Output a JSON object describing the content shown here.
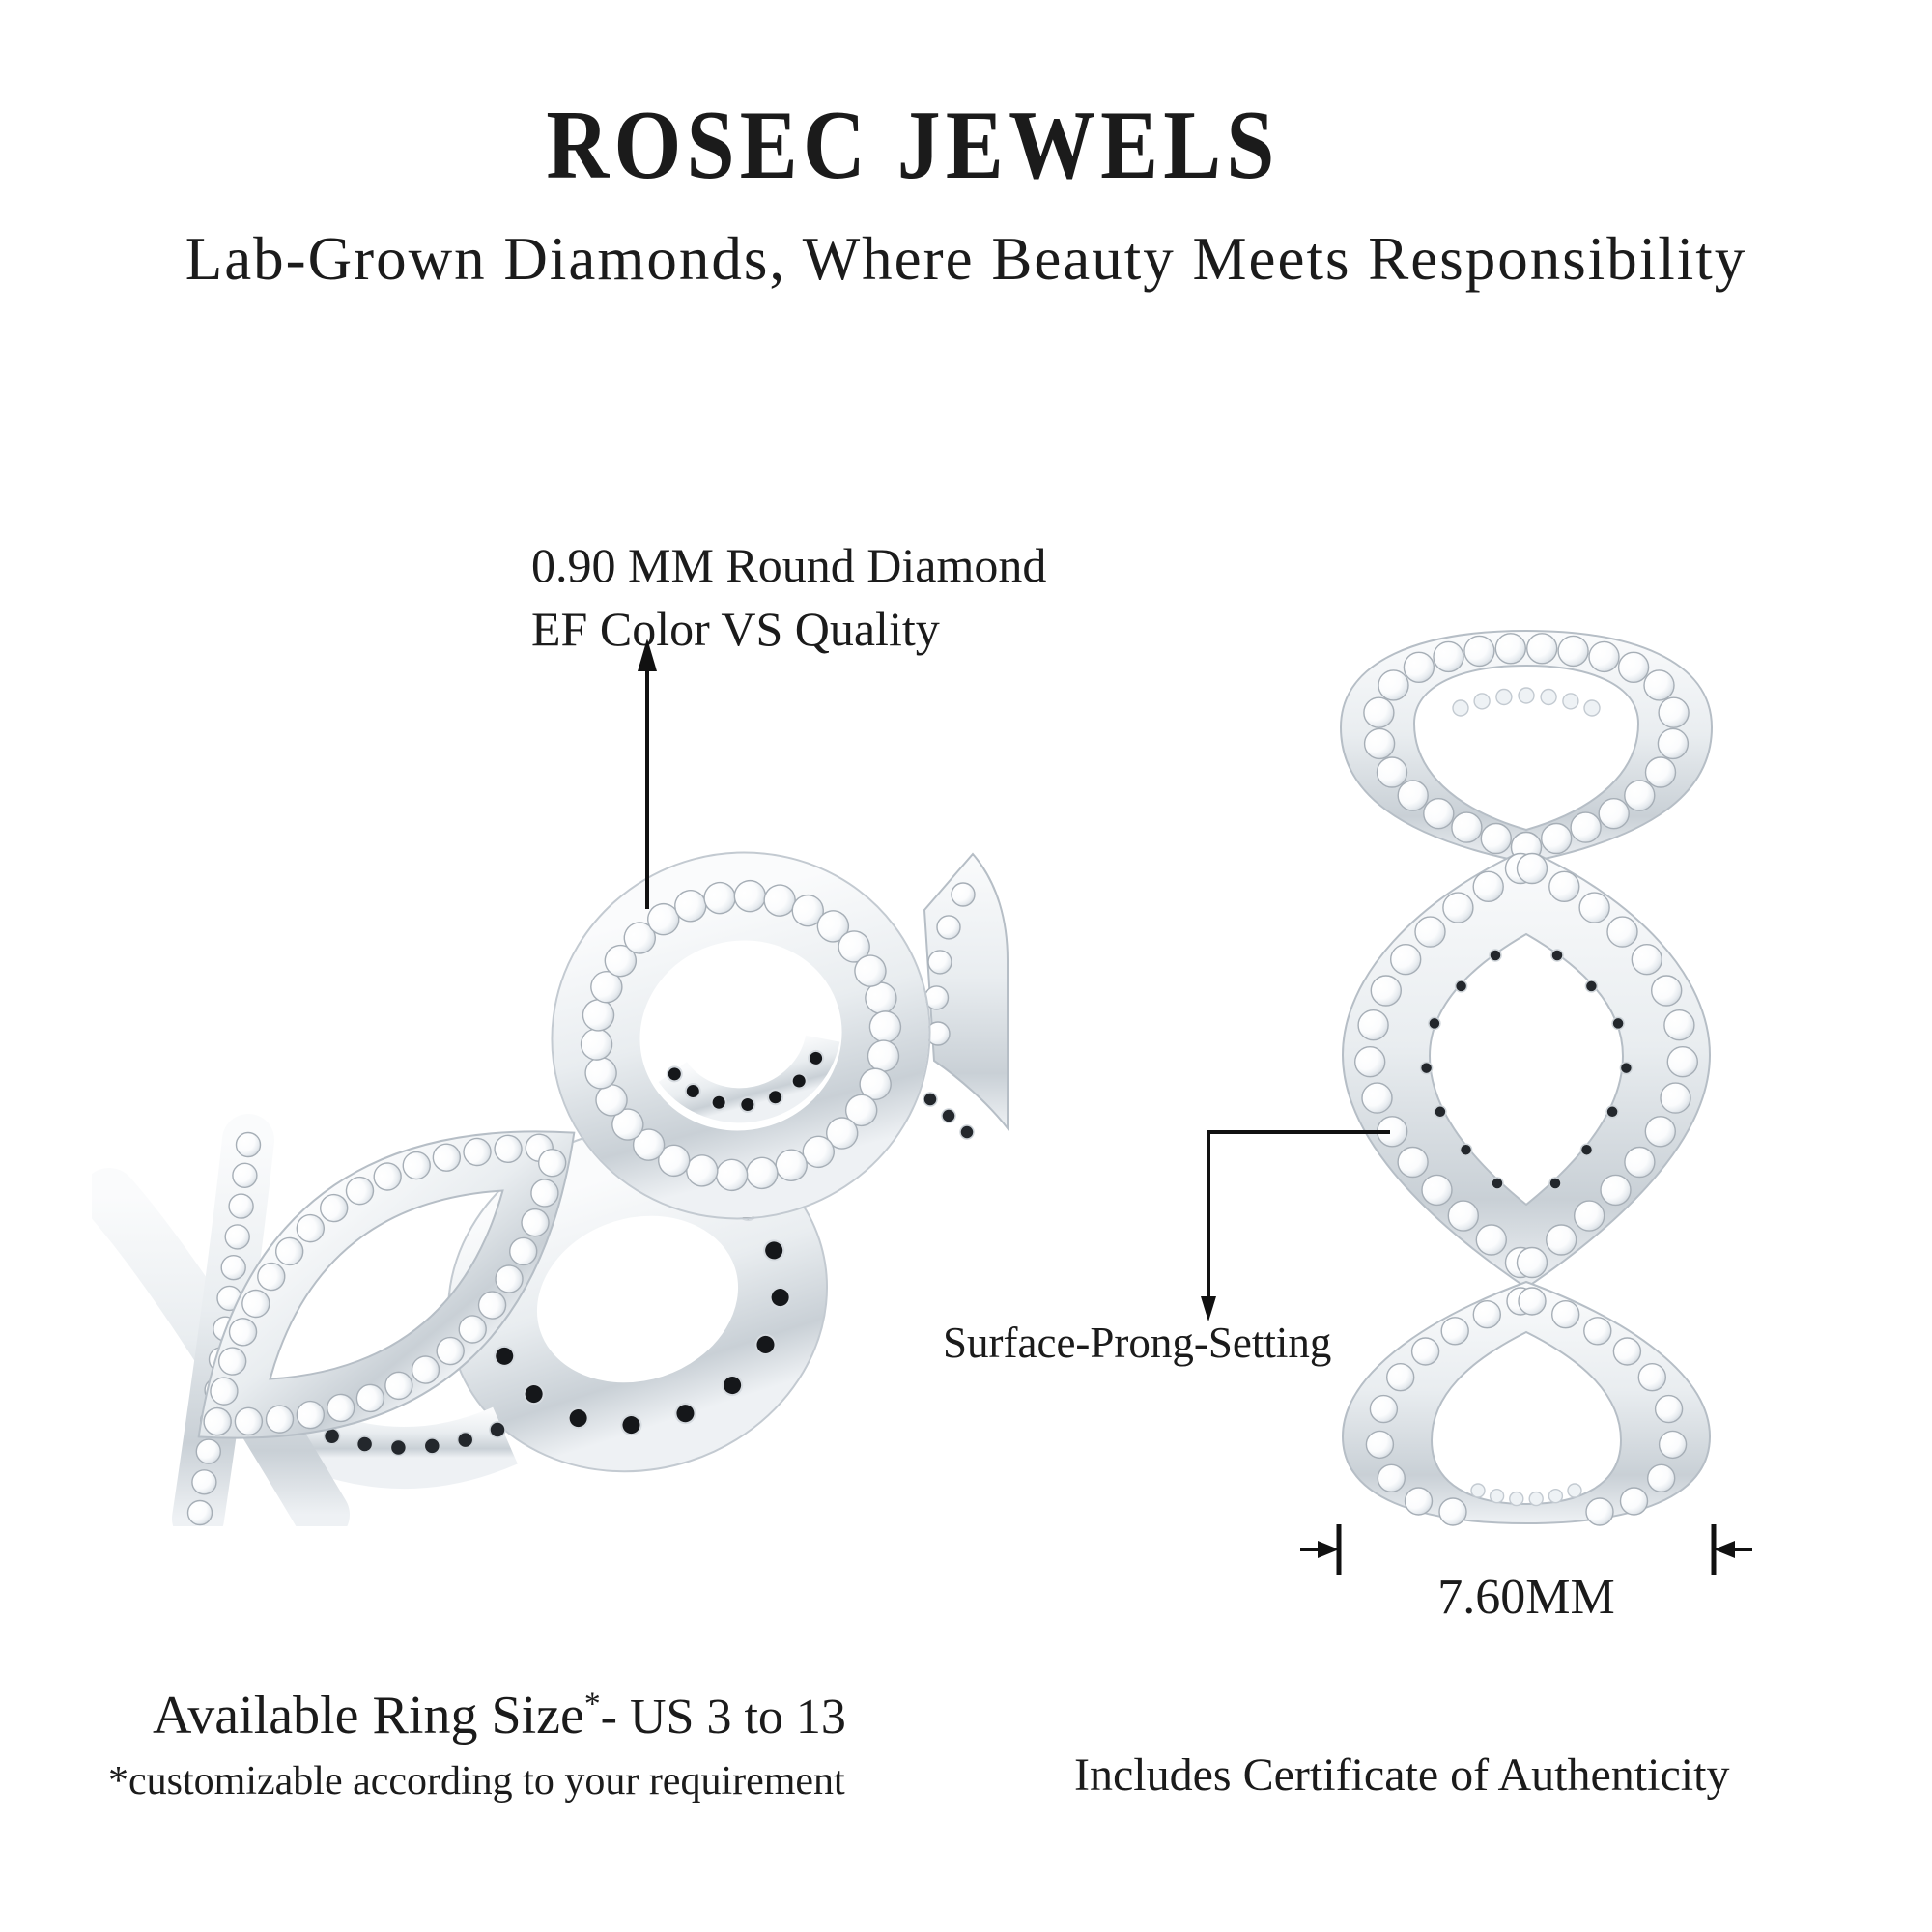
{
  "brand": {
    "title": "ROSEC JEWELS",
    "tagline": "Lab-Grown Diamonds, Where Beauty Meets Responsibility"
  },
  "annotations": {
    "diamond_spec_line1": "0.90 MM Round Diamond",
    "diamond_spec_line2": "EF Color VS Quality",
    "setting": "Surface-Prong-Setting",
    "band_width": "7.60MM"
  },
  "footer": {
    "ring_size_label": "Available Ring Size",
    "ring_size_asterisk": "*",
    "ring_size_value": "- US 3 to 13",
    "ring_size_note": "*customizable according to your requirement",
    "certificate": "Includes Certificate of Authenticity"
  },
  "icons": {
    "spec_arrow": "up-arrow",
    "setting_arrow": "down-elbow-arrow",
    "width_markers": "inward-dimension-arrows"
  },
  "colors": {
    "text": "#1b1b1b",
    "metal_light": "#fafbfc",
    "metal_mid": "#e8ecef",
    "metal_dark": "#c9d0d6",
    "stone_edge": "#a6aeb6",
    "hole": "#15171a"
  }
}
